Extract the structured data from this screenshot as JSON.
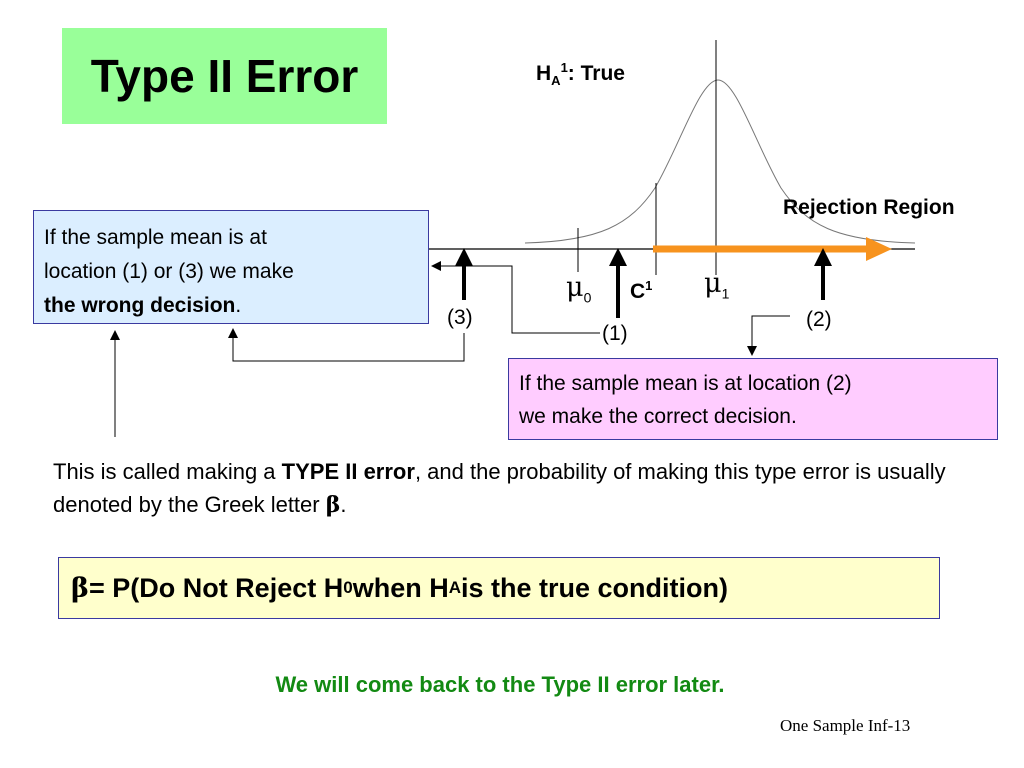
{
  "slide": {
    "title": "Type II Error",
    "ha_label": {
      "base": "H",
      "sub": "A",
      "sup": "1",
      "suffix": ": True"
    },
    "rejection_region": "Rejection Region",
    "wrong_box": {
      "line1": "If the sample mean is at",
      "line2": "location (1) or (3) we make",
      "bold": "the wrong decision",
      "tail": "."
    },
    "correct_box": {
      "line1": "If the sample mean is at location (2)",
      "line2": "we make the correct decision."
    },
    "mu0": {
      "symbol": "μ",
      "sub": "0"
    },
    "mu1": {
      "symbol": "μ",
      "sub": "1"
    },
    "critical": {
      "base": "C",
      "sup": "1"
    },
    "locations": {
      "loc1": "(1)",
      "loc2": "(2)",
      "loc3": "(3)"
    },
    "description": {
      "part1": "This is called making a ",
      "bold": "TYPE II error",
      "part2": ", and the probability of making this type error is usually denoted by the Greek letter ",
      "greek": "β",
      "part3": "."
    },
    "formula": {
      "beta": "β",
      "part1": " = P(Do Not Reject H",
      "sub0": "0",
      "part2": " when H",
      "subA": "A",
      "part3": " is the true condition)"
    },
    "come_back": "We will come back to the Type II error later.",
    "footer": "One Sample Inf-13"
  },
  "colors": {
    "title_bg": "#99ff99",
    "wrong_box_bg": "#dbeeff",
    "correct_box_bg": "#ffccff",
    "formula_bg": "#ffffcc",
    "rejection_arrow": "#f7931e",
    "come_back_text": "#138a13"
  }
}
